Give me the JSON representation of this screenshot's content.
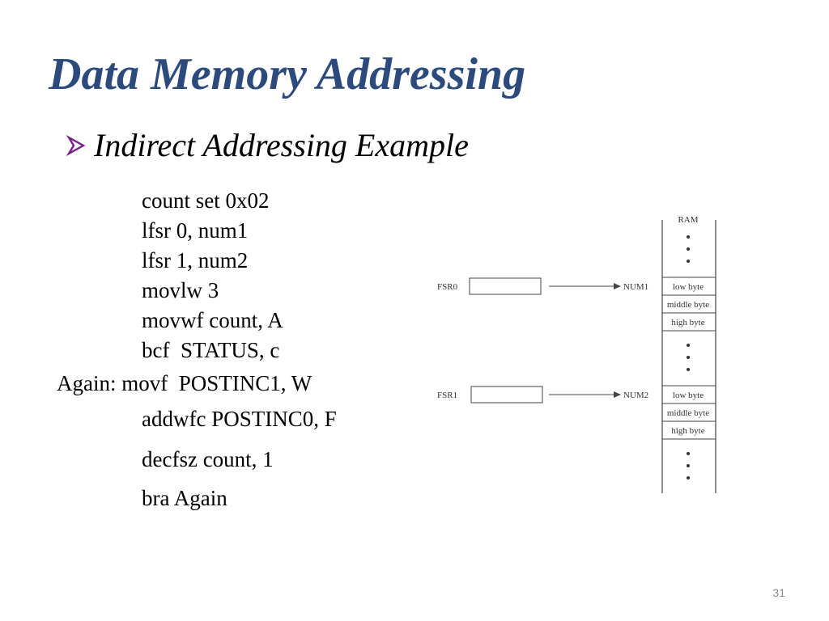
{
  "slide": {
    "title": "Data Memory Addressing",
    "subtitle": "Indirect Addressing Example",
    "page_number": "31",
    "colors": {
      "title": "#2c4a7c",
      "bullet": "#7a1e8c",
      "text": "#000000"
    },
    "bullet_icon": "arrow-bullet"
  },
  "code": [
    "count set 0x02",
    "lfsr 0, num1",
    "lfsr 1, num2",
    "movlw 3",
    "movwf count, A",
    "bcf  STATUS, c",
    "Again: movf  POSTINC1, W",
    "addwfc POSTINC0, F",
    "decfsz count, 1",
    "bra Again"
  ],
  "diagram": {
    "ram_label": "RAM",
    "fsr0_label": "FSR0",
    "fsr1_label": "FSR1",
    "num1_label": "NUM1",
    "num2_label": "NUM2",
    "num1_cells": [
      "low byte",
      "middle byte",
      "high byte"
    ],
    "num2_cells": [
      "low byte",
      "middle byte",
      "high byte"
    ]
  }
}
